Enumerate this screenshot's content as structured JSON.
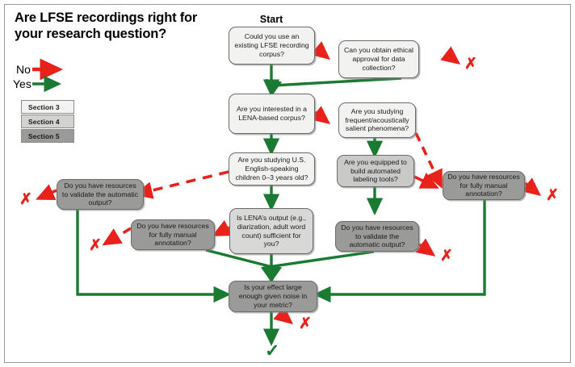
{
  "title": "Are LFSE recordings right for your research question?",
  "legend": {
    "no_label": "No",
    "yes_label": "Yes",
    "no_color": "#e8211a",
    "yes_color": "#1a8a35",
    "sections": [
      {
        "label": "Section 3",
        "color": "#f2f2f0"
      },
      {
        "label": "Section 4",
        "color": "#d2d2d0"
      },
      {
        "label": "Section 5",
        "color": "#9a9a98"
      }
    ]
  },
  "start_label": "Start",
  "nodes": [
    {
      "id": "corpus",
      "text": "Could you use an existing LFSE recording corpus?",
      "section": 3
    },
    {
      "id": "ethical",
      "text": "Can you obtain ethical approval for data collection?",
      "section": 3
    },
    {
      "id": "lena_corpus",
      "text": "Are you interested in a LENA-based corpus?",
      "section": 3
    },
    {
      "id": "frequent",
      "text": "Are you studying frequent/acoustically salient phenomena?",
      "section": 3
    },
    {
      "id": "us_english",
      "text": "Are you studying U.S. English-speaking children 0–3 years old?",
      "section": 3
    },
    {
      "id": "equipped",
      "text": "Are you equipped to build automated labeling tools?",
      "section": 4
    },
    {
      "id": "validate_left",
      "text": "Do you have resources to validate the automatic output?",
      "section": 5
    },
    {
      "id": "manual_right",
      "text": "Do you have resources for fully manual annotation?",
      "section": 5
    },
    {
      "id": "lena_output",
      "text": "Is LENA’s output (e.g., diarization, adult word count) sufficient for you?",
      "section": 4
    },
    {
      "id": "manual_left",
      "text": "Do you have resources for fully manual annotation?",
      "section": 5
    },
    {
      "id": "validate_right",
      "text": "Do you have resources to validate the automatic output?",
      "section": 5
    },
    {
      "id": "effect",
      "text": "Is your effect large enough given noise in your metric?",
      "section": 5
    }
  ],
  "marks": {
    "reject": "✗",
    "accept": "✓"
  },
  "colors": {
    "no": "#e8211a",
    "yes": "#1a7a32",
    "node_border": "#6b6b6b",
    "frame": "#9a9a9a"
  }
}
